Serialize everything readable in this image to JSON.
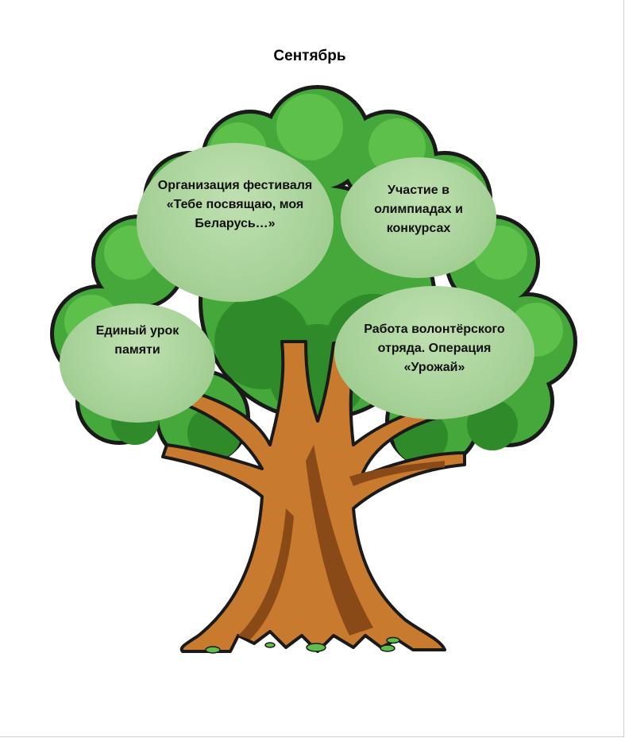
{
  "title": "Сентябрь",
  "bubbles": [
    {
      "id": "festival",
      "text": "Организация фестиваля «Тебе посвящаю, моя Беларусь…»"
    },
    {
      "id": "olympiads",
      "text": "Участие в олимпиадах и конкурсах"
    },
    {
      "id": "memory-lesson",
      "text": "Единый урок памяти"
    },
    {
      "id": "volunteer",
      "text": "Работа волонтёрского отряда. Операция «Урожай»"
    }
  ],
  "colors": {
    "foliage_dark": "#2f8a2a",
    "foliage_mid": "#45a83a",
    "foliage_light": "#5cc04a",
    "trunk": "#c87a2e",
    "trunk_shadow": "#8a4a17",
    "outline": "#1a1a1a",
    "bubble": "#a9d39a"
  }
}
